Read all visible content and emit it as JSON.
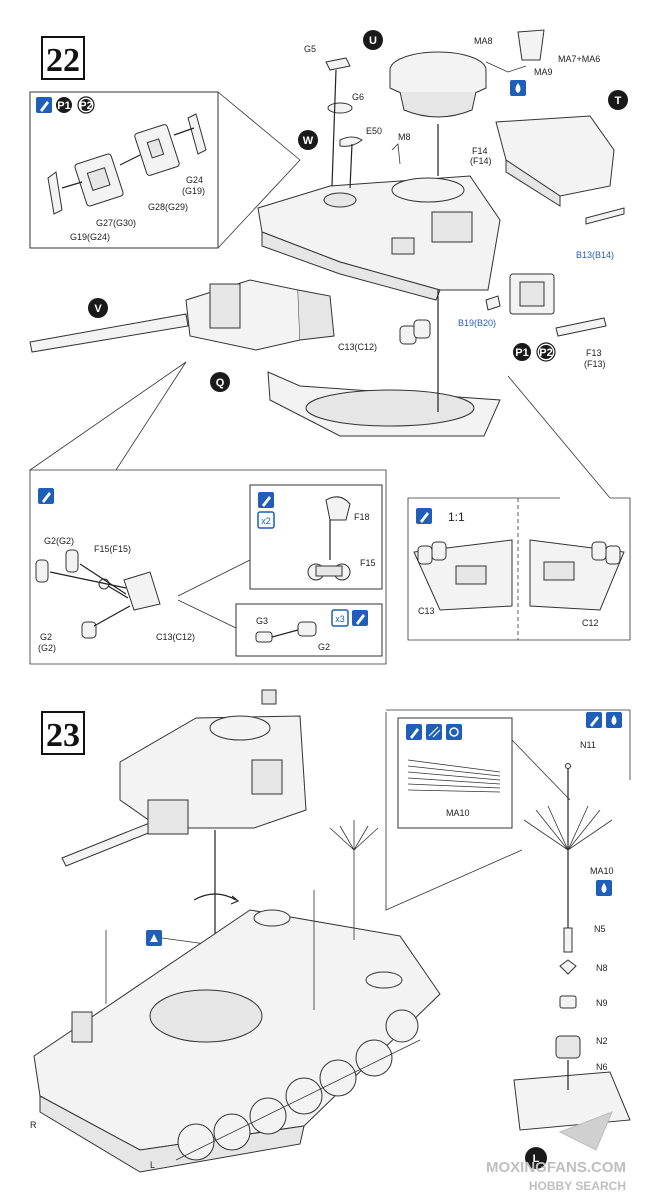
{
  "step22": {
    "number": "22",
    "subassembly_labels": [
      "U",
      "T",
      "W",
      "V",
      "Q"
    ],
    "part_labels": {
      "g5": "G5",
      "g6": "G6",
      "e50": "E50",
      "m8": "M8",
      "f14": "F14",
      "f14b": "(F14)",
      "ma8": "MA8",
      "ma9": "MA9",
      "ma7": "MA7+MA6",
      "g24": "G24",
      "g19b": "(G19)",
      "g28": "G28(G29)",
      "g27": "G27(G30)",
      "g19": "G19(G24)",
      "b13": "B13(B14)",
      "b19": "B19(B20)",
      "c13": "C13(C12)",
      "f13": "F13",
      "f13b": "(F13)",
      "p1": "P1",
      "p2": "P2"
    },
    "inset_left": {
      "g2a": "G2(G2)",
      "f15": "F15(F15)",
      "g2b": "G2",
      "g2c": "(G2)",
      "c13": "C13(C12)"
    },
    "inset_f18": {
      "f18": "F18",
      "f15": "F15",
      "mult": "x2"
    },
    "inset_g3": {
      "g3": "G3",
      "g2": "G2",
      "mult": "x3"
    },
    "inset_right": {
      "scale": "1:1",
      "c13": "C13",
      "c12": "C12"
    }
  },
  "step23": {
    "number": "23",
    "hull_labels": {
      "r": "R",
      "l": "L"
    },
    "antenna_labels": {
      "n11": "N11",
      "ma10": "MA10",
      "n5": "N5",
      "n8": "N8",
      "n9": "N9",
      "n2": "N2",
      "n6": "N6",
      "l": "L"
    },
    "inset_ma10": {
      "label": "MA10"
    }
  },
  "watermark": {
    "line1": "MOXINGFANS.COM",
    "line2": "HOBBY SEARCH"
  },
  "colors": {
    "icon_blue": "#1f5fb8",
    "label_blue": "#2a5db0",
    "ink": "#222222"
  }
}
